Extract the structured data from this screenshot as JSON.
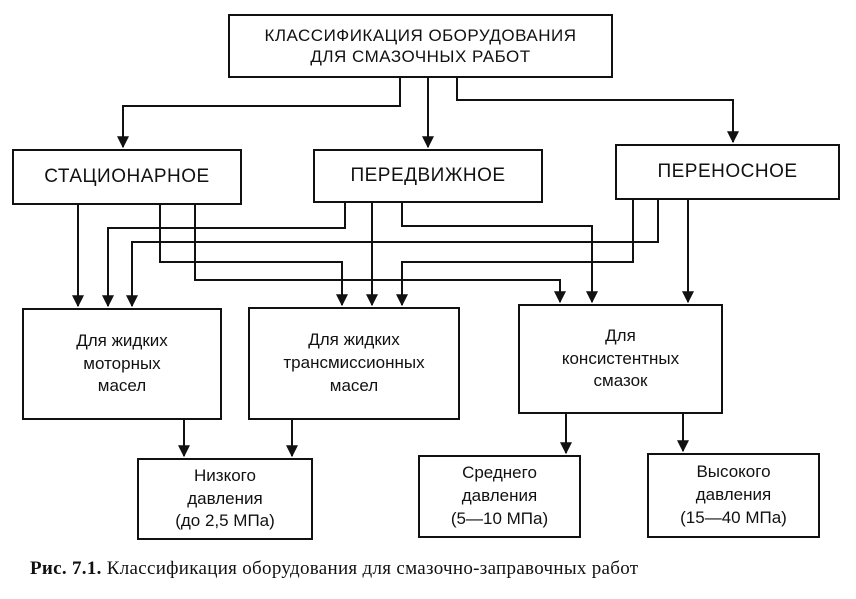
{
  "root": {
    "line1": "КЛАССИФИКАЦИЯ ОБОРУДОВАНИЯ",
    "line2": "ДЛЯ СМАЗОЧНЫХ РАБОТ"
  },
  "categories": [
    {
      "label": "СТАЦИОНАРНОЕ"
    },
    {
      "label": "ПЕРЕДВИЖНОЕ"
    },
    {
      "label": "ПЕРЕНОСНОЕ"
    }
  ],
  "purposes": [
    {
      "lines": [
        "Для жидких",
        "моторных",
        "масел"
      ]
    },
    {
      "lines": [
        "Для жидких",
        "трансмиссионных",
        "масел"
      ]
    },
    {
      "lines": [
        "Для",
        "консистентных",
        "смазок"
      ]
    }
  ],
  "pressures": [
    {
      "lines": [
        "Низкого",
        "давления",
        "(до 2,5 МПа)"
      ]
    },
    {
      "lines": [
        "Среднего",
        "давления",
        "(5—10 МПа)"
      ]
    },
    {
      "lines": [
        "Высокого",
        "давления",
        "(15—40 МПа)"
      ]
    }
  ],
  "caption": {
    "label": "Рис. 7.1.",
    "text": "Классификация оборудования для смазочно-заправочных работ"
  }
}
